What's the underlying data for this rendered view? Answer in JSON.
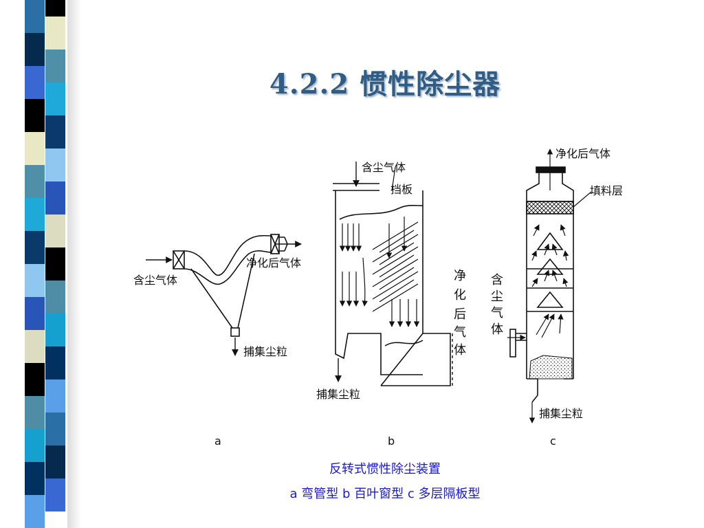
{
  "slide": {
    "title": "4.2.2 惯性除尘器",
    "caption_line1": "反转式惯性除尘装置",
    "caption_line2": "a 弯管型 b 百叶窗型 c 多层隔板型"
  },
  "diagram": {
    "a": {
      "letter": "a",
      "inlet": "含尘气体",
      "outlet": "净化后气体",
      "dust": "捕集尘粒"
    },
    "b": {
      "letter": "b",
      "inlet": "含尘气体",
      "baffle": "挡板",
      "outlet_v": [
        "净",
        "化",
        "后",
        "气",
        "体"
      ],
      "dust": "捕集尘粒"
    },
    "c": {
      "letter": "c",
      "outlet": "净化后气体",
      "packing": "填料层",
      "inlet_v": [
        "含",
        "尘",
        "气",
        "体"
      ],
      "dust": "捕集尘粒"
    }
  },
  "decor": {
    "stripe_colors": [
      "#2a6fa6",
      "#062a4e",
      "#3a68d2",
      "#000000",
      "#e9e8c4",
      "#4f90a8",
      "#1fa9d8",
      "#0a3a6c",
      "#8fc7f0",
      "#2a55b8",
      "#dcdcc0",
      "#000000",
      "#4f8ca5",
      "#15a0d0",
      "#003160",
      "#5aa0e8"
    ]
  }
}
